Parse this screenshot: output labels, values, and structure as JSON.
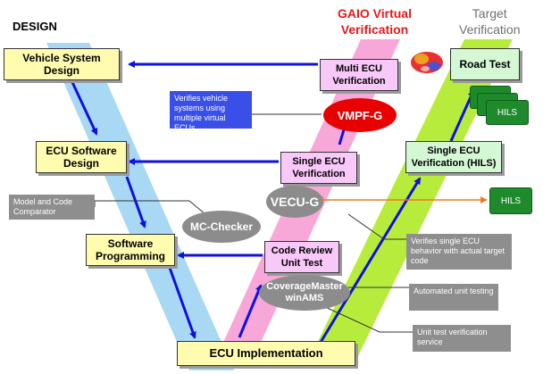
{
  "headers": {
    "design": "DESIGN",
    "gaio_line1": "GAIO Virtual",
    "gaio_line2": "Verification",
    "target_line1": "Target",
    "target_line2": "Verification"
  },
  "design_boxes": {
    "vehicle_system": [
      "Vehicle System",
      "Design"
    ],
    "ecu_software": [
      "ECU Software",
      "Design"
    ],
    "software_programming": [
      "Software",
      "Programming"
    ],
    "ecu_implementation": "ECU Implementation"
  },
  "gaio_boxes": {
    "multi_ecu": [
      "Multi ECU",
      "Verification"
    ],
    "single_ecu": [
      "Single ECU",
      "Verification"
    ],
    "code_review": [
      "Code Review",
      "Unit Test"
    ]
  },
  "target_boxes": {
    "road_test": "Road Test",
    "single_ecu_hils": [
      "Single ECU",
      "Verification (HILS)"
    ]
  },
  "tools": {
    "vmpf": "VMPF-G",
    "vecu": "VECU-G",
    "mc_checker": "MC-Checker",
    "coverage_master": [
      "CoverageMaster",
      "winAMS"
    ]
  },
  "hils": {
    "stack_label": "HILS",
    "single_label": "HILS"
  },
  "notes": {
    "vmpf_note": "Verifies vehicle systems using multiple virtual ECUs",
    "mc_note": "Model and Code Comparator",
    "vecu_note": "Verifies single ECU behavior with actual target code",
    "unit_note": "Automated unit testing",
    "service_note": "Unit test verification service"
  },
  "colors": {
    "band_blue": "#a8d8f4",
    "band_pink": "#f8a8d8",
    "band_green": "#b8ec3c",
    "gaio_red": "#e81818",
    "target_gray": "#707070",
    "arrow_blue": "#1010e0",
    "arrow_orange": "#f07820",
    "vmpf_red": "#e80000",
    "tool_gray": "#8c8c8c",
    "hils_green": "#1e8a2c"
  }
}
